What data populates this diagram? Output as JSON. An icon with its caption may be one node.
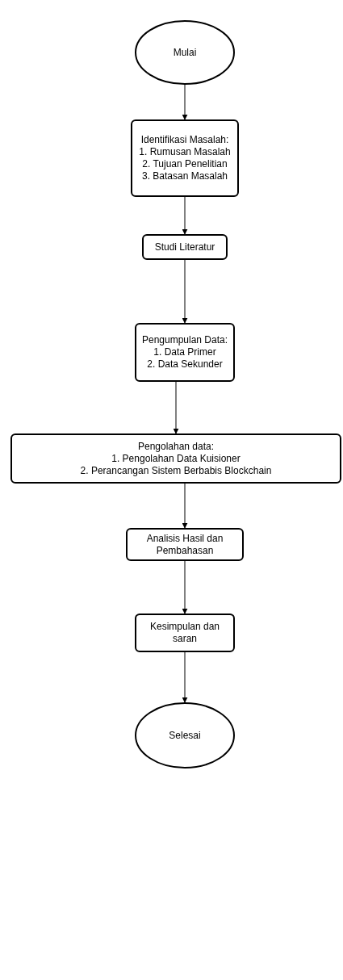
{
  "diagram": {
    "nodes": [
      {
        "text": [
          "Mulai"
        ]
      },
      {
        "text": [
          "Identifikasi Masalah:",
          "1. Rumusan Masalah",
          "2. Tujuan Penelitian",
          "3. Batasan Masalah"
        ]
      },
      {
        "text": [
          "Studi Literatur"
        ]
      },
      {
        "text": [
          "Pengumpulan Data:",
          "1. Data Primer",
          "2. Data Sekunder"
        ]
      },
      {
        "text": [
          "Pengolahan data:",
          "1. Pengolahan Data Kuisioner",
          "2. Perancangan Sistem Berbabis Blockchain"
        ]
      },
      {
        "text": [
          "Analisis Hasil dan Pembahasan"
        ]
      },
      {
        "text": [
          "Kesimpulan dan saran"
        ]
      },
      {
        "text": [
          "Selesai"
        ]
      }
    ],
    "edges": [
      {
        "from": 0,
        "to": 1,
        "arrow": "to"
      },
      {
        "from": 1,
        "to": 2,
        "arrow": "to"
      },
      {
        "from": 2,
        "to": 3,
        "arrow": "to"
      },
      {
        "from": 3,
        "to": 4,
        "arrow": "to"
      },
      {
        "from": 4,
        "to": 5,
        "arrow": "to"
      },
      {
        "from": 5,
        "to": 6,
        "arrow": "to"
      },
      {
        "from": 6,
        "to": 7,
        "arrow": "to"
      }
    ]
  }
}
